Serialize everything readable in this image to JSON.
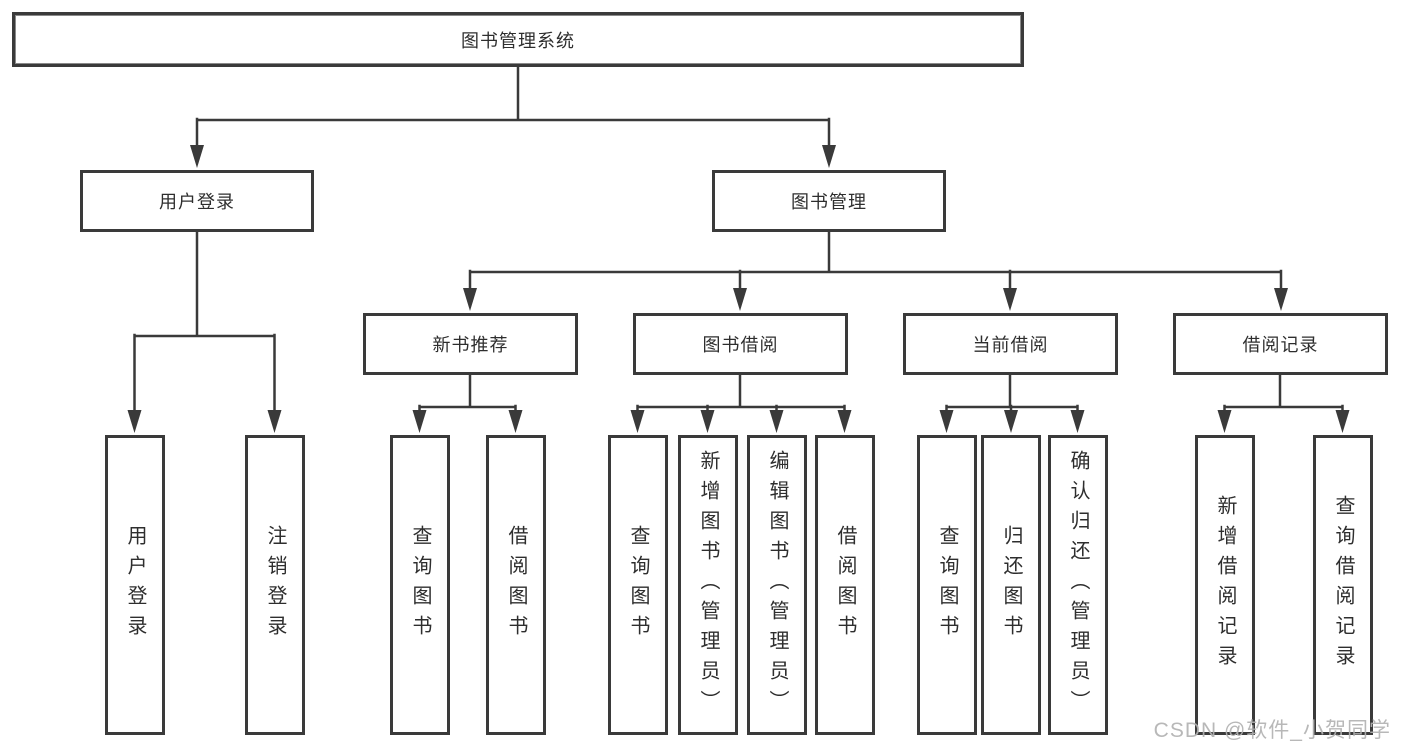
{
  "diagram": {
    "title": "图书管理系统",
    "type": "hierarchy-tree",
    "colors": {
      "line": "#3a3a3a",
      "box_border": "#3a3a3a",
      "box_background": "#ffffff",
      "text": "#2e2e2e",
      "watermark": "#b2b2b2"
    },
    "nodes": {
      "root": "图书管理系统",
      "user_login": "用户登录",
      "book_management": "图书管理",
      "new_book_recommend": "新书推荐",
      "book_borrow": "图书借阅",
      "current_borrow": "当前借阅",
      "borrow_record": "借阅记录",
      "ul_user_login": "用户登录",
      "ul_logout": "注销登录",
      "nb_query_book": "查询图书",
      "nb_borrow_book": "借阅图书",
      "bb_query_book": "查询图书",
      "bb_add_book": "新增图书（管理员）",
      "bb_edit_book": "编辑图书（管理员）",
      "bb_borrow_book": "借阅图书",
      "cb_query_book": "查询图书",
      "cb_return_book": "归还图书",
      "cb_confirm_return": "确认归还（管理员）",
      "br_add_record": "新增借阅记录",
      "br_query_record": "查询借阅记录"
    },
    "hierarchy": {
      "图书管理系统": {
        "用户登录": [
          "用户登录",
          "注销登录"
        ],
        "图书管理": {
          "新书推荐": [
            "查询图书",
            "借阅图书"
          ],
          "图书借阅": [
            "查询图书",
            "新增图书（管理员）",
            "编辑图书（管理员）",
            "借阅图书"
          ],
          "当前借阅": [
            "查询图书",
            "归还图书",
            "确认归还（管理员）"
          ],
          "借阅记录": [
            "新增借阅记录",
            "查询借阅记录"
          ]
        }
      }
    }
  },
  "watermark": {
    "text": "CSDN @软件_小贺同学"
  }
}
